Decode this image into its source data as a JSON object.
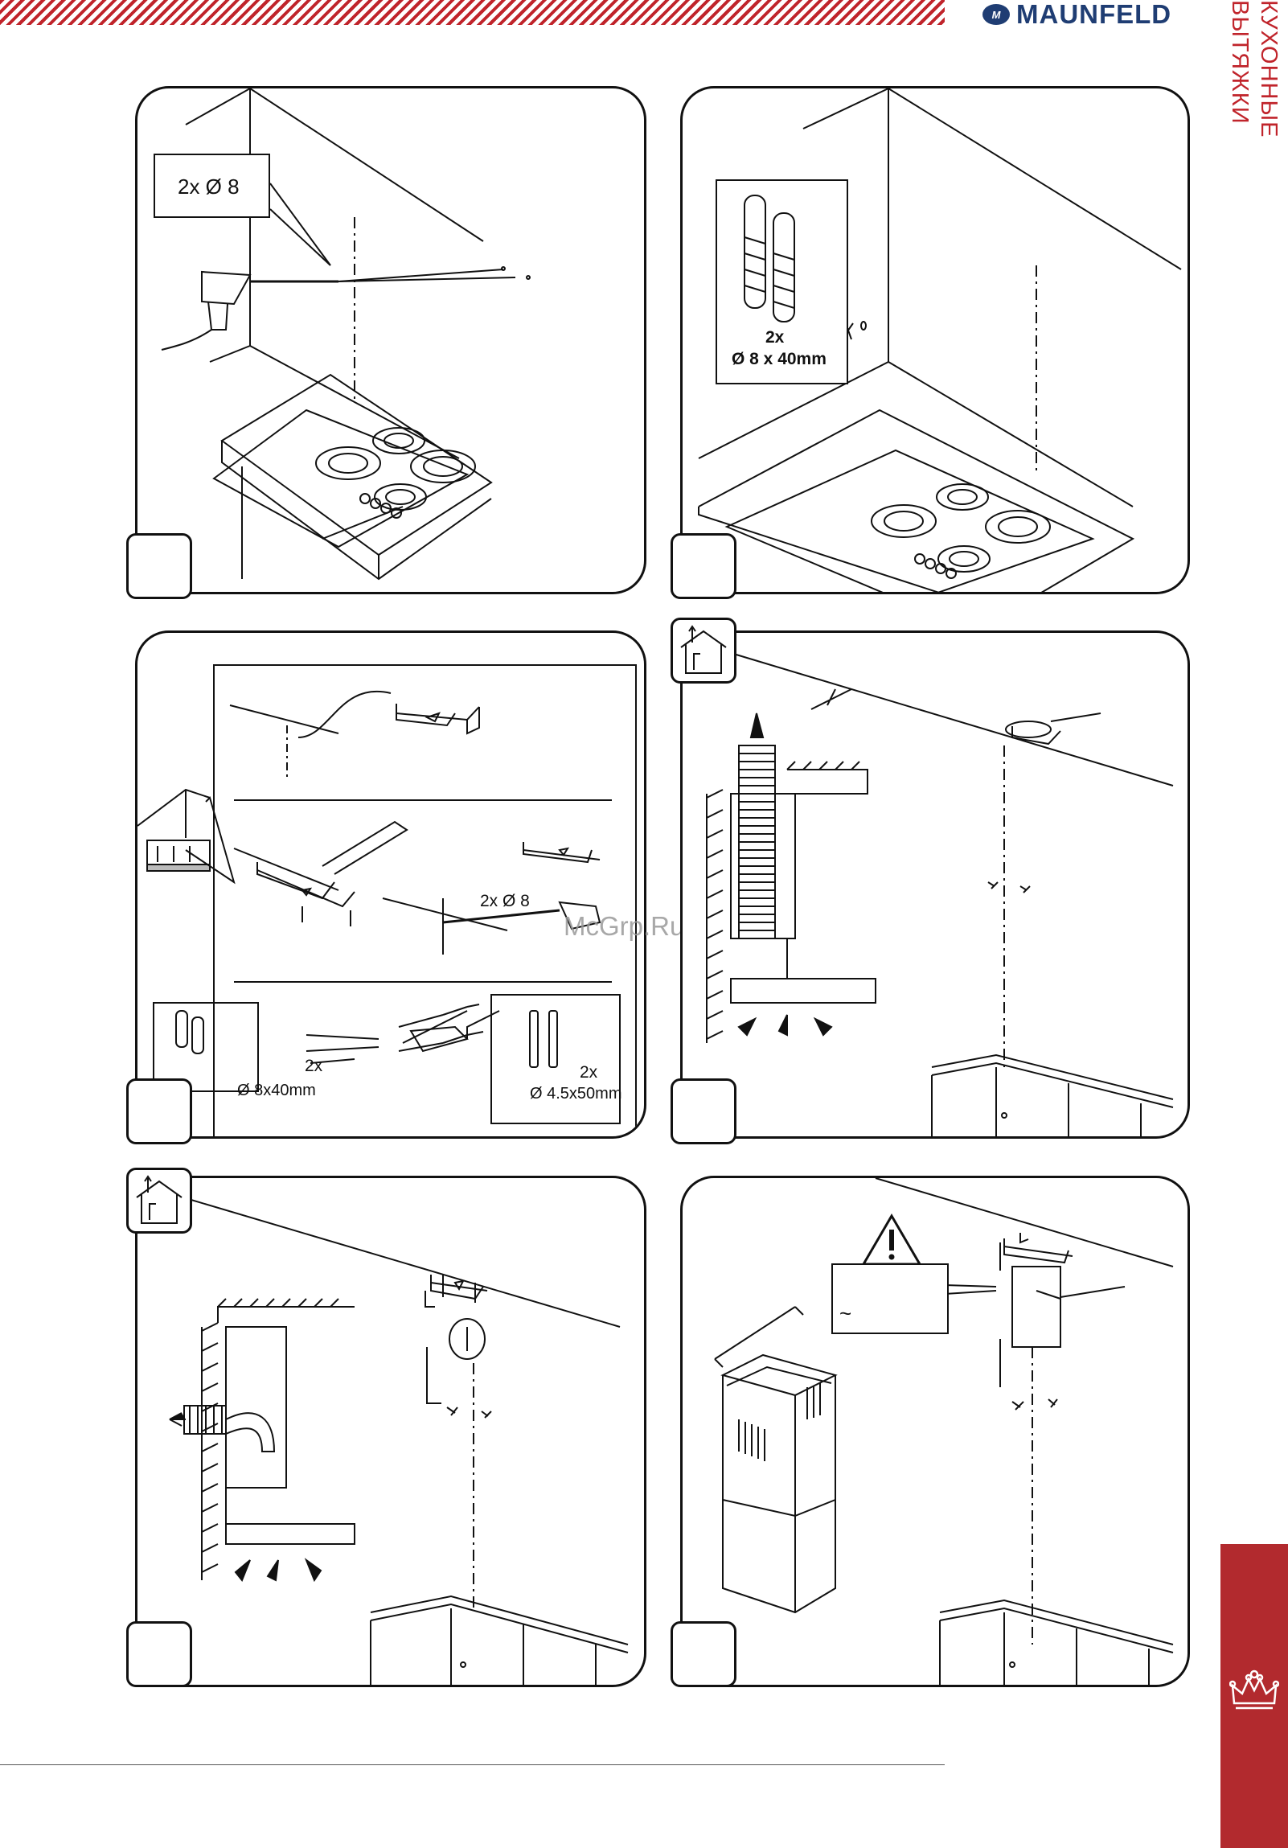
{
  "header": {
    "brand": "MAUNFELD",
    "brand_mark": "M",
    "side_title": "КУХОННЫЕ ВЫТЯЖКИ"
  },
  "panels": {
    "p1": {
      "callout": "2x Ø 8"
    },
    "p2": {
      "callout_qty": "2x",
      "callout_size": "Ø 8 x 40mm"
    },
    "p3": {
      "drill_label": "2x Ø 8",
      "plug_qty": "2x",
      "plug_size": "Ø 8x40mm",
      "screw_qty": "2x",
      "screw_size": "Ø 4.5x50mm"
    },
    "p6": {
      "warning_text": "~"
    }
  },
  "watermark": "McGrp.Ru",
  "colors": {
    "brand_red": "#c0242b",
    "brand_blue": "#1f3d73",
    "tab_red": "#b22a2e"
  },
  "icons": [
    "drill-icon",
    "wall-plug-icon",
    "screw-icon",
    "bracket-icon",
    "house-exhaust-icon",
    "warning-icon",
    "crown-icon"
  ]
}
